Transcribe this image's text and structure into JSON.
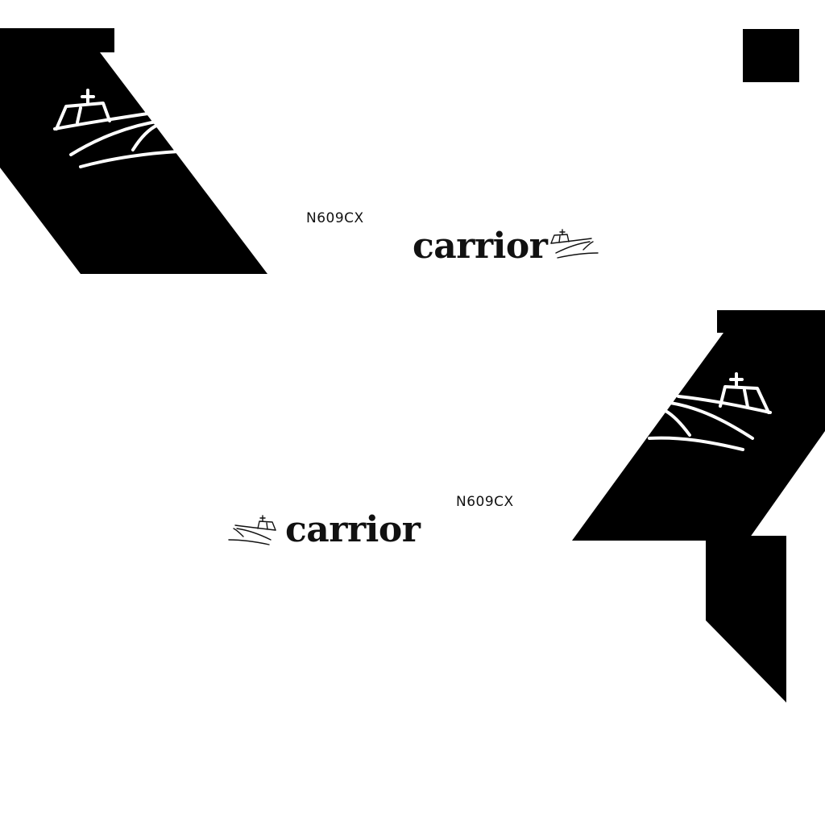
{
  "livery": {
    "registration_top": "N609CX",
    "registration_bottom": "N609CX",
    "brand_name_top": "carrior",
    "brand_name_bottom": "carrior",
    "brand_icon": "aircraft-carrier-icon",
    "ink_color": "#000000",
    "background_color": "#ffffff",
    "emblem_stroke_color": "#ffffff"
  }
}
